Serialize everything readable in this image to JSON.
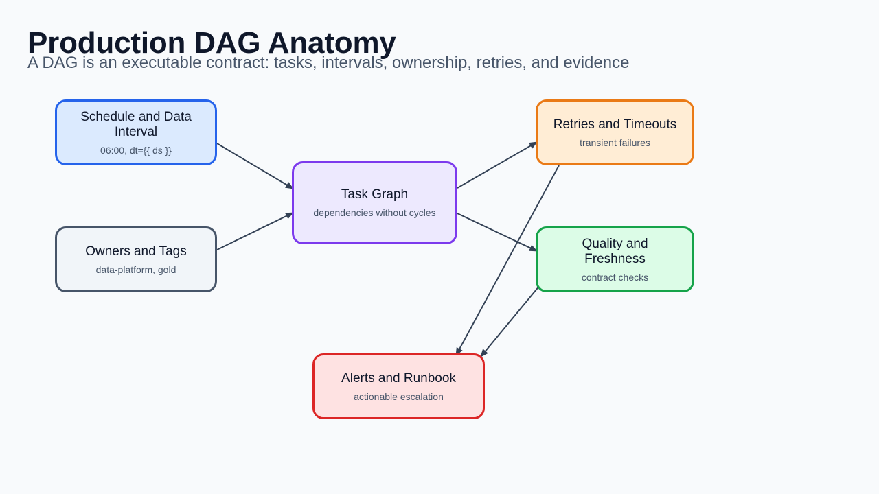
{
  "header": {
    "title": "Production DAG Anatomy",
    "subtitle": "A DAG is an executable contract: tasks, intervals, ownership, retries, and evidence"
  },
  "nodes": {
    "schedule": {
      "label": "Schedule and Data Interval",
      "sub": "06:00, dt={{ ds }}",
      "border": "#2563eb",
      "fill": "#dbeafe"
    },
    "owners": {
      "label": "Owners and Tags",
      "sub": "data-platform, gold",
      "border": "#475569",
      "fill": "#f1f5f9"
    },
    "graph": {
      "label": "Task Graph",
      "sub": "dependencies without cycles",
      "border": "#7c3aed",
      "fill": "#ede9fe"
    },
    "retries": {
      "label": "Retries and Timeouts",
      "sub": "transient failures",
      "border": "#ea7a16",
      "fill": "#ffedd5"
    },
    "quality": {
      "label": "Quality and Freshness",
      "sub": "contract checks",
      "border": "#16a34a",
      "fill": "#dcfce7"
    },
    "alerts": {
      "label": "Alerts and Runbook",
      "sub": "actionable escalation",
      "border": "#dc2626",
      "fill": "#fee2e2"
    }
  },
  "edges": [
    {
      "from": "schedule",
      "to": "graph"
    },
    {
      "from": "owners",
      "to": "graph"
    },
    {
      "from": "graph",
      "to": "retries"
    },
    {
      "from": "graph",
      "to": "quality"
    },
    {
      "from": "retries",
      "to": "alerts"
    },
    {
      "from": "quality",
      "to": "alerts"
    }
  ],
  "colors": {
    "edge": "#334155",
    "background": "#f8fafc"
  }
}
